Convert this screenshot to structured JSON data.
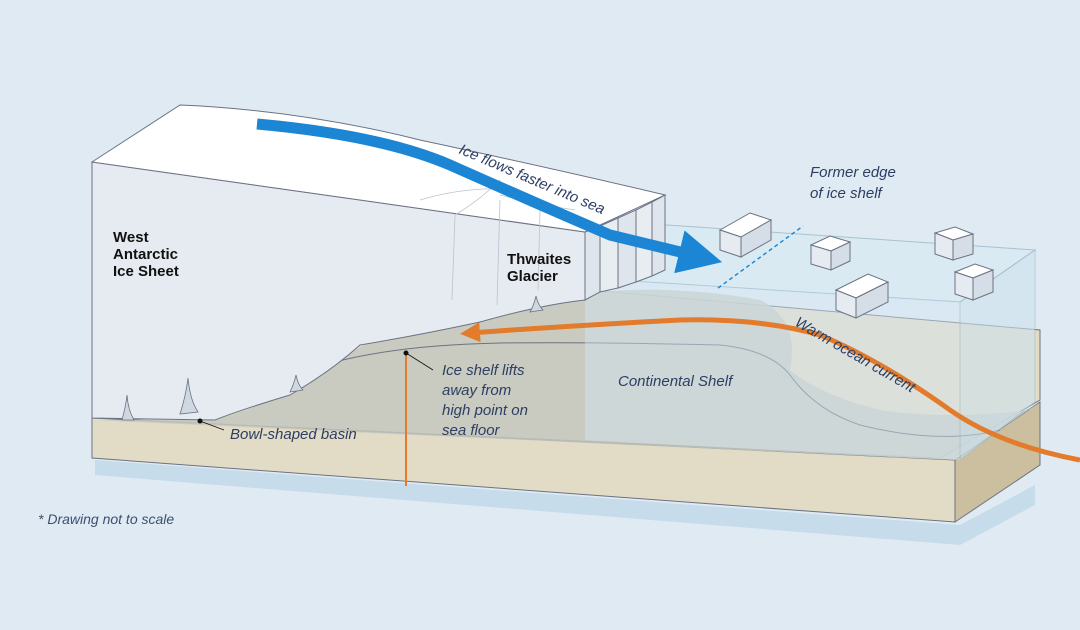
{
  "labels": {
    "ice_sheet": [
      "West",
      "Antarctic",
      "Ice Sheet"
    ],
    "glacier": [
      "Thwaites",
      "Glacier"
    ],
    "ice_flow": "Ice flows faster into sea",
    "former_edge": [
      "Former edge",
      "of ice shelf"
    ],
    "warm_current": "Warm ocean current",
    "continental_shelf": "Continental Shelf",
    "ice_shelf_lift": [
      "Ice shelf lifts",
      "away from",
      "high point on",
      "sea floor"
    ],
    "basin": "Bowl-shaped basin",
    "note": "* Drawing not to scale"
  },
  "colors": {
    "background": "#dfeaf3",
    "ice_top": "#ffffff",
    "ice_front": "#e6ebf1",
    "sediment": "#e2dcc6",
    "sediment_side": "#cbbf9f",
    "shelf": "#c2c6bd",
    "water": "#cfe3ee",
    "blue_arrow": "#1c86d4",
    "orange_current": "#e27b2c",
    "text_dark": "#111111",
    "text_italic": "#2d3e63"
  }
}
